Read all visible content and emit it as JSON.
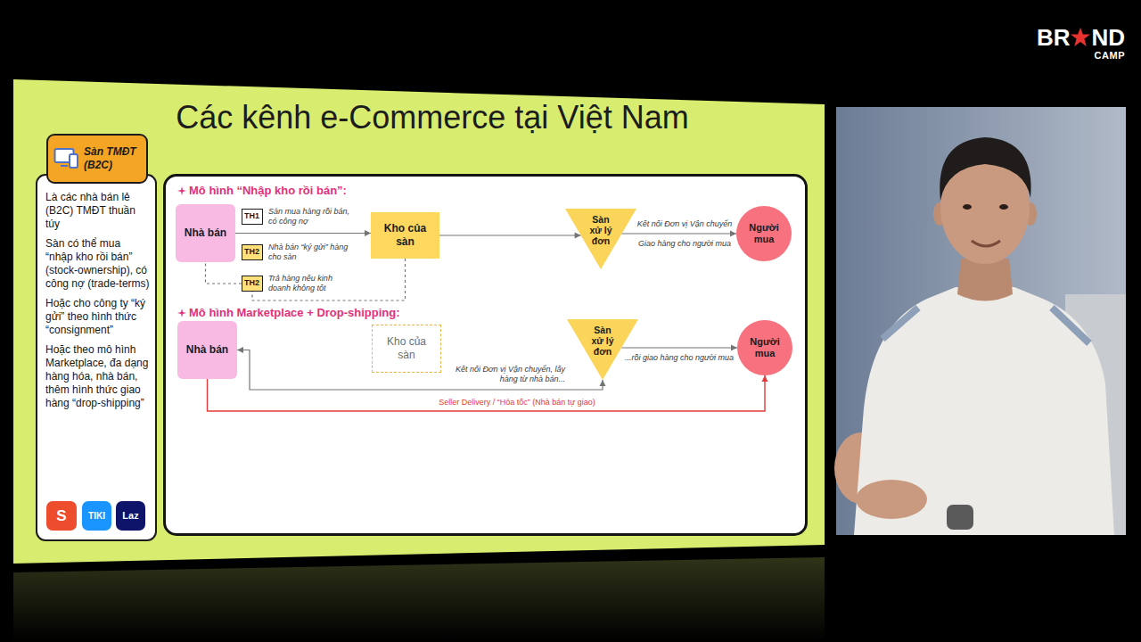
{
  "diagram": {
    "title": "Các kênh e-Commerce tại Việt Nam",
    "nodes": [
      {
        "text": [
          "Là các nhà bán lẻ (B2C) TMĐT thuần túy",
          "Sàn có thể mua “nhập kho rồi bán” (stock-ownership), có công nợ (trade-terms)",
          "Hoặc cho công ty “ký gửi” theo hình thức “consignment”",
          "Hoặc theo mô hình Marketplace, đa dạng hàng hóa, nhà bán, thêm hình thức giao hàng “drop-shipping”"
        ]
      },
      {
        "text": [
          "Sàn TMĐT (B2C)"
        ],
        "in": 0
      },
      {
        "text": [
          "S"
        ],
        "in": 0
      },
      {
        "text": [
          "TIKI"
        ],
        "in": 0
      },
      {
        "text": [
          "Laz"
        ],
        "in": 0
      },
      {
        "text": [
          "Mô hình “Nhập kho rồi bán”:",
          "Mô hình Marketplace + Drop-shipping:"
        ]
      },
      {
        "text": [
          "Nhà bán"
        ],
        "in": 5
      },
      {
        "text": [
          "TH1",
          "Sàn mua hàng rồi bán, có công nợ"
        ],
        "in": 5
      },
      {
        "text": [
          "TH2",
          "Nhà bán “ký gửi” hàng cho sàn"
        ],
        "in": 5
      },
      {
        "text": [
          "TH2",
          "Trả hàng nếu kinh doanh không tốt"
        ],
        "in": 5
      },
      {
        "text": [
          "Kho của sàn"
        ],
        "in": 5
      },
      {
        "text": [
          "Sàn xử lý đơn"
        ],
        "in": 5
      },
      {
        "text": [
          "Người mua"
        ],
        "in": 5
      },
      {
        "text": [
          "Nhà bán"
        ],
        "in": 5
      },
      {
        "text": [
          "Kho của sàn"
        ],
        "in": 5
      },
      {
        "text": [
          "Sàn xử lý đơn"
        ],
        "in": 5
      },
      {
        "text": [
          "Người mua"
        ],
        "in": 5
      }
    ],
    "edges": [
      {
        "from": 6,
        "to": 10,
        "arrow": "to"
      },
      {
        "from": 10,
        "to": 11,
        "arrow": "to"
      },
      {
        "from": 11,
        "to": 12,
        "label": "Kết nối Đơn vị Vận chuyển",
        "arrow": "to"
      },
      {
        "from": 10,
        "to": 9,
        "arrow": "none"
      },
      {
        "from": 9,
        "to": 6,
        "arrow": "none"
      },
      {
        "from": 15,
        "to": 13,
        "label": "Kết nối Đơn vị Vận chuyển, lấy hàng từ nhà bán...",
        "arrow": "both"
      },
      {
        "from": 15,
        "to": 16,
        "label": "...rồi giao hàng cho người mua",
        "arrow": "to"
      },
      {
        "from": 13,
        "to": 16,
        "label": "Seller Delivery / “Hỏa tốc” (Nhà bán tự giao)",
        "arrow": "to"
      }
    ],
    "labels": [
      "Giao hàng cho người mua",
      "BR",
      "ND",
      "CAMP"
    ]
  }
}
